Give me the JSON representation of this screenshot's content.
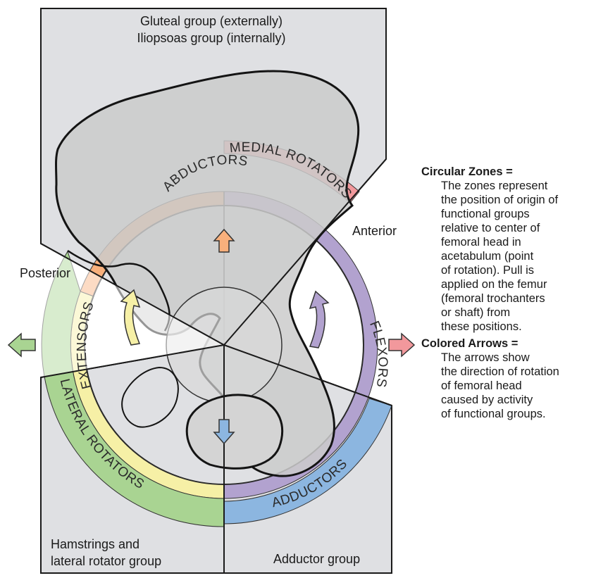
{
  "regions": {
    "top_line1": "Gluteal group (externally)",
    "top_line2": "Iliopsoas group (internally)",
    "bottom_left_line1": "Hamstrings and",
    "bottom_left_line2": "lateral rotator group",
    "bottom_right": "Adductor group"
  },
  "directions": {
    "anterior": "Anterior",
    "posterior": "Posterior"
  },
  "zones": {
    "abductors": "ABDUCTORS",
    "medial_rotators": "MEDIAL ROTATORS",
    "flexors": "FLEXORS",
    "adductors": "ADDUCTORS",
    "extensors": "EXTENSORS",
    "lateral_rotators": "LATERAL ROTATORS"
  },
  "legend": {
    "circular_zones_title": "Circular Zones =",
    "circular_zones_lines": [
      "The zones represent",
      "the position of origin of",
      "functional groups",
      "relative to center of",
      "femoral head in",
      "acetabulum (point",
      "of rotation). Pull is",
      "applied on the femur",
      "(femoral trochanters",
      "or shaft) from",
      "these positions."
    ],
    "colored_arrows_title": "Colored Arrows =",
    "colored_arrows_lines": [
      "The arrows show",
      "the direction of rotation",
      "of femoral head",
      "caused by activity",
      "of functional groups."
    ]
  },
  "colors": {
    "abductors": "#f8b07c",
    "medial_rotators": "#f2989c",
    "flexors": "#b2a2cf",
    "adductors": "#8cb6e0",
    "extensors": "#f6f0a6",
    "lateral_rotators": "#a9d492",
    "region_fill": "#dfe0e3",
    "bone_fill": "#cbcbcb"
  }
}
